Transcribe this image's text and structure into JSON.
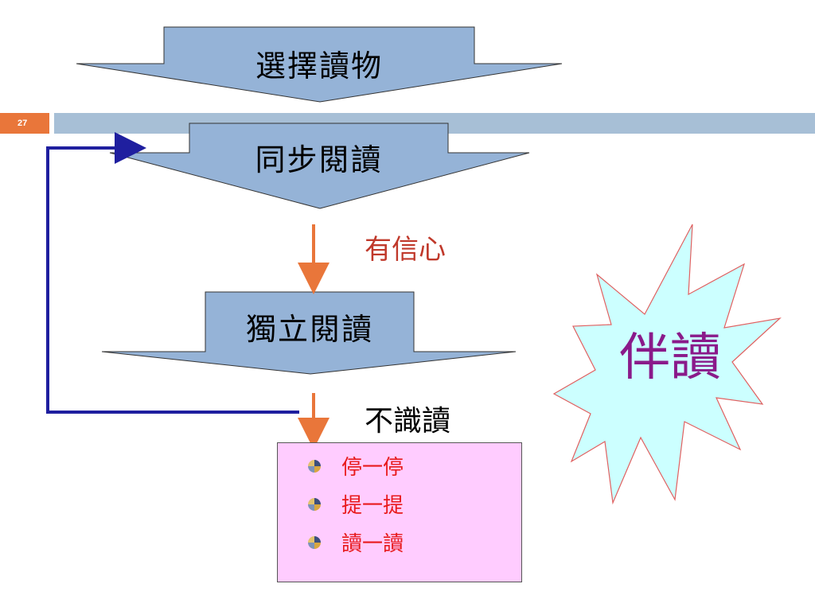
{
  "slide": {
    "page_number": "27"
  },
  "steps": [
    {
      "id": "choose",
      "label": "選擇讀物"
    },
    {
      "id": "shared",
      "label": "同步閱讀"
    },
    {
      "id": "independent",
      "label": "獨立閱讀"
    }
  ],
  "conditions": {
    "confident": "有信心",
    "unknown_words": "不識讀"
  },
  "tips": [
    "停一停",
    "提一提",
    "讀一讀"
  ],
  "burst": {
    "label": "伴讀"
  },
  "colors": {
    "arrow_fill": "#95b3d7",
    "accent_orange": "#e9763a",
    "loop_line": "#1f1f9f",
    "confident_text": "#c0392b",
    "tip_text": "#e8191b",
    "tips_box_fill": "#ffccff",
    "burst_fill": "#ccffff",
    "burst_text": "#8a1a8a"
  }
}
